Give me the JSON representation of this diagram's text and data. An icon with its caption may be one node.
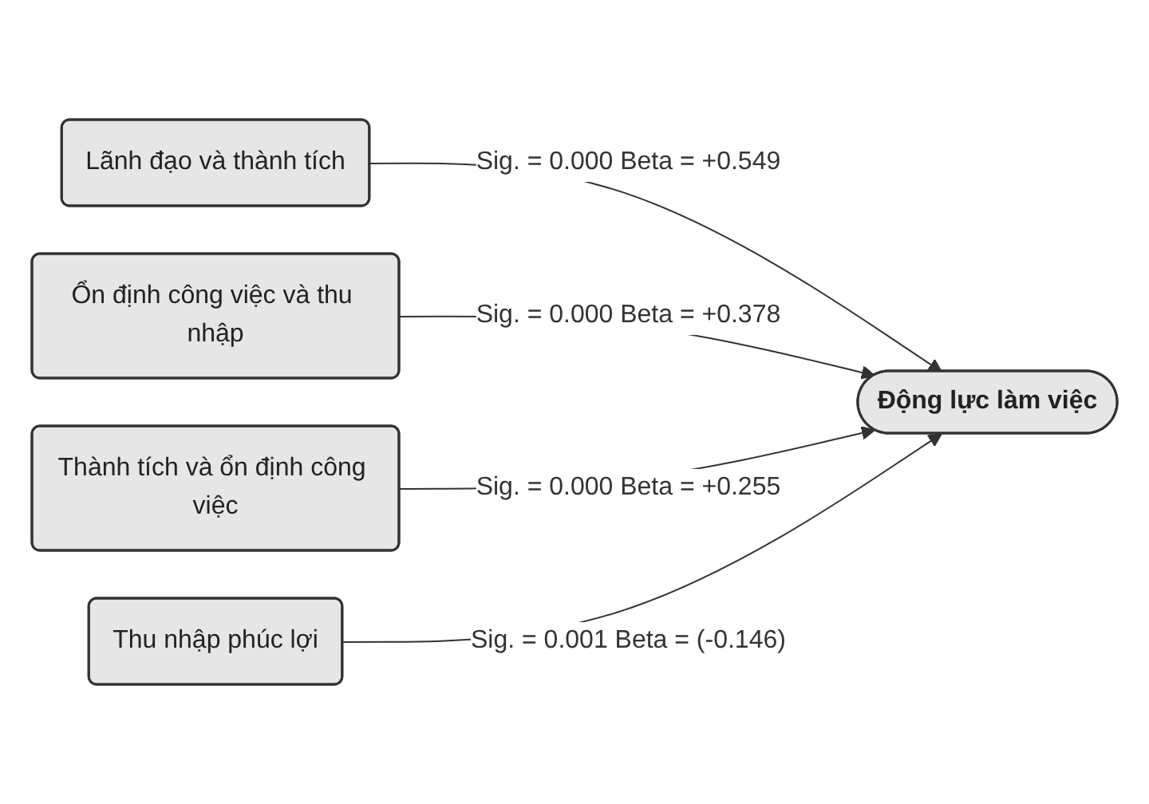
{
  "diagram": {
    "nodes": [
      {
        "text": [
          "Lãnh đạo và thành tích"
        ]
      },
      {
        "text": [
          "Ổn định công việc và thu nhập"
        ]
      },
      {
        "text": [
          "Thành tích và ổn định công việc"
        ]
      },
      {
        "text": [
          "Thu nhập phúc lợi"
        ]
      },
      {
        "text": [
          "Động lực làm việc"
        ]
      }
    ],
    "edges": [
      {
        "from": 0,
        "to": 4,
        "arrow": "to",
        "label": "Sig. = 0.000 Beta = +0.549"
      },
      {
        "from": 1,
        "to": 4,
        "arrow": "to",
        "label": "Sig. = 0.000 Beta = +0.378"
      },
      {
        "from": 2,
        "to": 4,
        "arrow": "to",
        "label": "Sig. = 0.000 Beta = +0.255"
      },
      {
        "from": 3,
        "to": 4,
        "arrow": "to",
        "label": "Sig. = 0.001 Beta = (-0.146)"
      }
    ]
  }
}
